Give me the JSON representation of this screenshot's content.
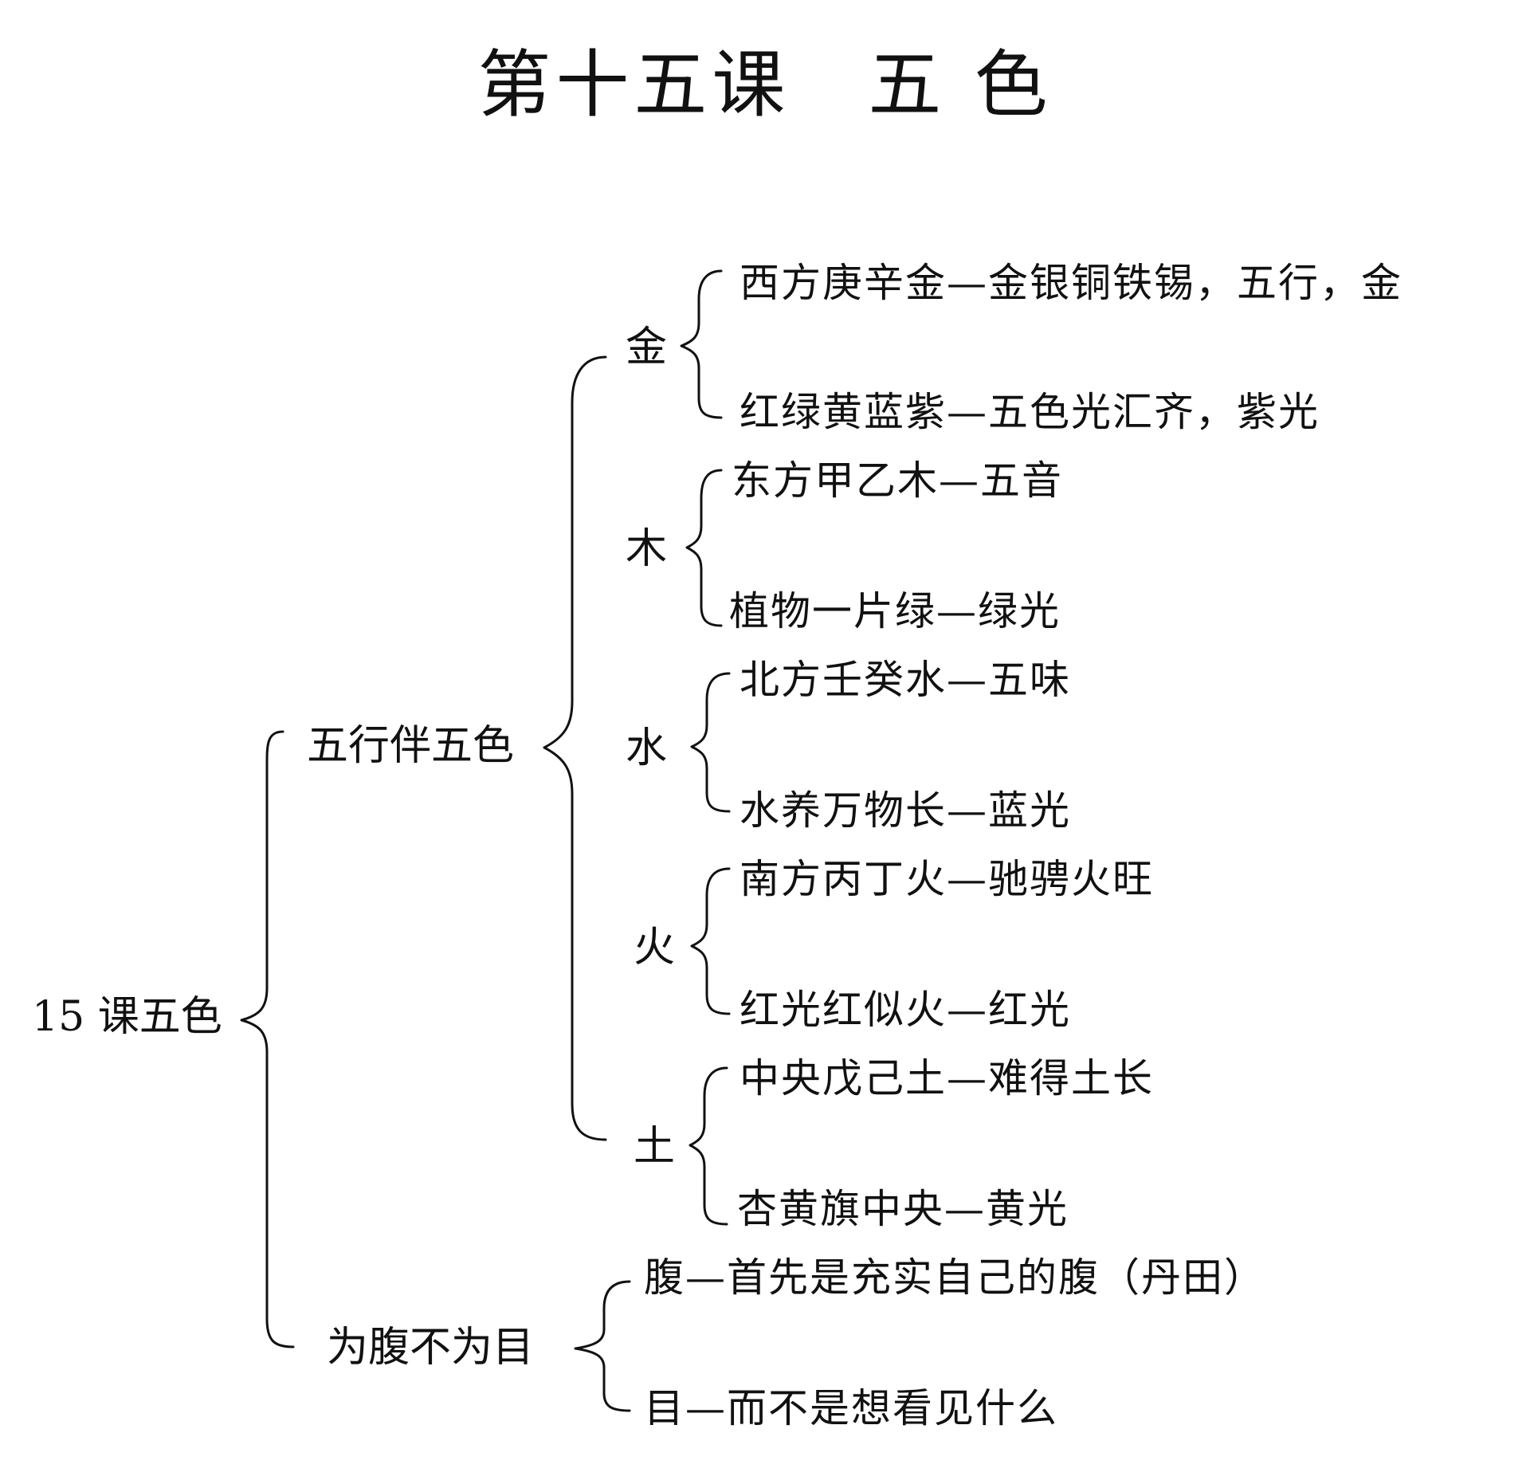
{
  "title": "第十五课　五 色",
  "root": {
    "label": "15 课五色"
  },
  "branches": [
    {
      "label": "五行伴五色",
      "elements": [
        {
          "label": "金",
          "items": [
            "西方庚辛金—金银铜铁锡，五行，金",
            "红绿黄蓝紫—五色光汇齐，紫光"
          ]
        },
        {
          "label": "木",
          "items": [
            "东方甲乙木—五音",
            "植物一片绿—绿光"
          ]
        },
        {
          "label": "水",
          "items": [
            "北方壬癸水—五味",
            "水养万物长—蓝光"
          ]
        },
        {
          "label": "火",
          "items": [
            "南方丙丁火—驰骋火旺",
            "红光红似火—红光"
          ]
        },
        {
          "label": "土",
          "items": [
            "中央戊己土—难得土长",
            "杏黄旗中央—黄光"
          ]
        }
      ]
    },
    {
      "label": "为腹不为目",
      "items": [
        "腹—首先是充实自己的腹（丹田）",
        "目—而不是想看见什么"
      ]
    }
  ]
}
